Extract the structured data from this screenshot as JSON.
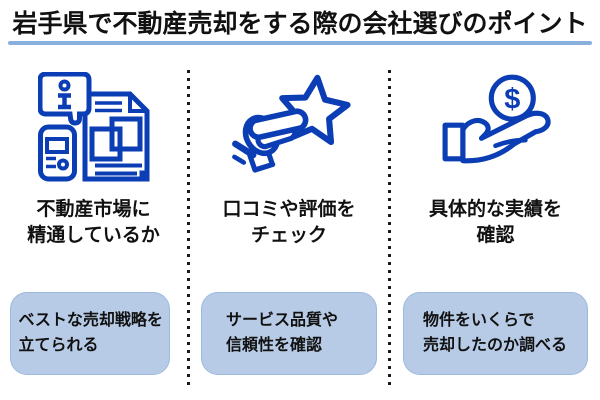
{
  "title": {
    "text": "岩手県で不動産売却をする際の会社選びのポイント"
  },
  "colors": {
    "background": "#ffffff",
    "text": "#111111",
    "title_underline": "#89afdc",
    "icon_blue": "#0b3db4",
    "box_fill": "#b7cbe6",
    "box_border": "#9db9de",
    "divider_dots": "#1a1a1a"
  },
  "columns": [
    {
      "icon_name": "market-info-documents-icon",
      "heading": "不動産市場に\n精通しているか",
      "box_text": "ベストな売却戦略を\n立てられる"
    },
    {
      "icon_name": "hand-holding-star-icon",
      "heading": "口コミや評価を\nチェック",
      "box_text": "サービス品質や\n信頼性を確認"
    },
    {
      "icon_name": "hand-receiving-money-icon",
      "heading": "具体的な実績を\n確認",
      "box_text": "物件をいくらで\n売却したのか調べる",
      "coin_symbol": "$"
    }
  ]
}
